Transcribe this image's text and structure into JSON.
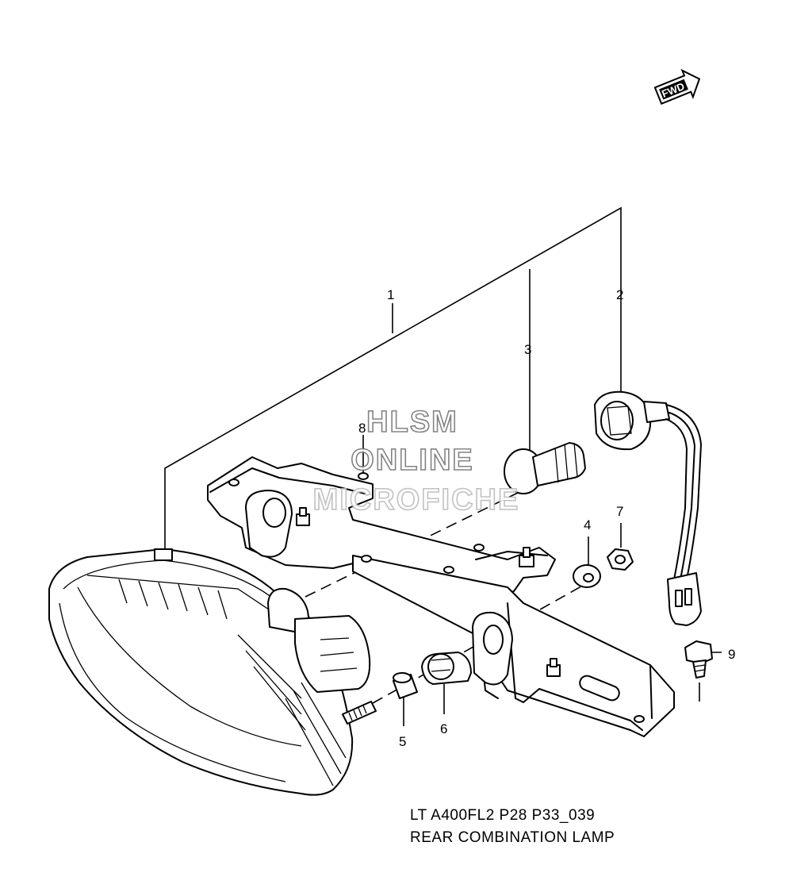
{
  "fwd_badge": "FWD",
  "callouts": [
    "1",
    "2",
    "3",
    "4",
    "5",
    "6",
    "7",
    "8",
    "9"
  ],
  "watermark": [
    "HLSM",
    "ONLINE",
    "MICROFICHE"
  ],
  "caption": {
    "code": "LT A400FL2 P28 P33_039",
    "title": "REAR COMBINATION LAMP"
  }
}
